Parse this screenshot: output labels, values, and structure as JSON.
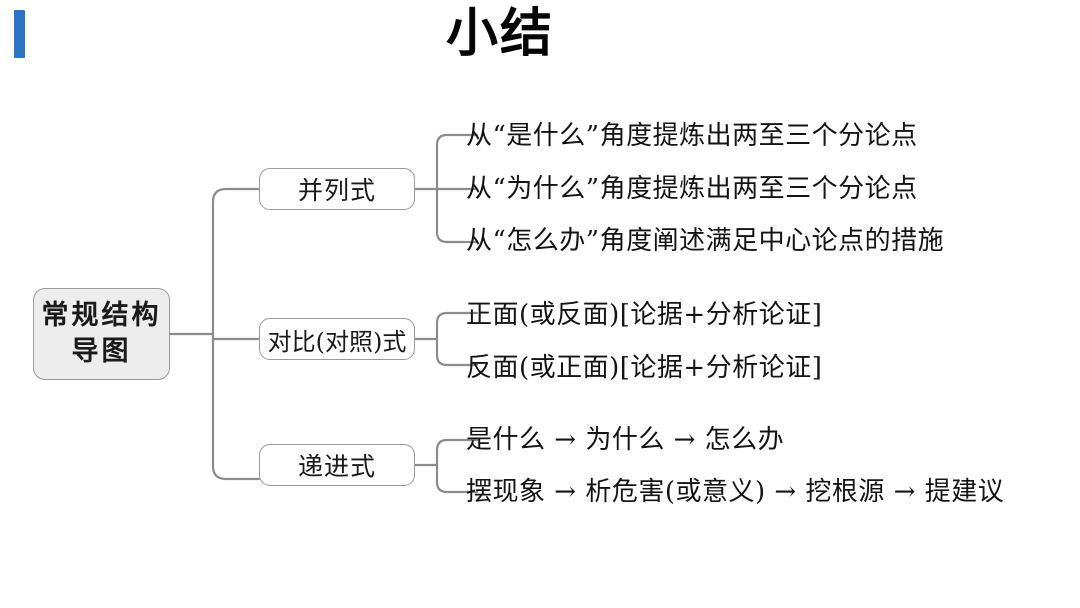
{
  "header": {
    "title": "小结",
    "accent_color": "#2b74c4"
  },
  "diagram": {
    "root": {
      "label": "常规结构导图",
      "fill": "#ededed",
      "stroke": "#9a9a9a"
    },
    "branches": [
      {
        "label": "并列式",
        "leaves": [
          {
            "text": "从“是什么”角度提炼出两至三个分论点"
          },
          {
            "text": "从“为什么”角度提炼出两至三个分论点"
          },
          {
            "text": "从“怎么办”角度阐述满足中心论点的措施"
          }
        ]
      },
      {
        "label": "对比(对照)式",
        "leaves": [
          {
            "text": "正面(或反面)[论据+分析论证]"
          },
          {
            "text": "反面(或正面)[论据+分析论证]"
          }
        ]
      },
      {
        "label": "递进式",
        "leaves": [
          {
            "text": "是什么 → 为什么 → 怎么办"
          },
          {
            "text": "摆现象 → 析危害(或意义) → 挖根源 → 提建议"
          }
        ]
      }
    ],
    "connector_color": "#8c8c8c"
  }
}
